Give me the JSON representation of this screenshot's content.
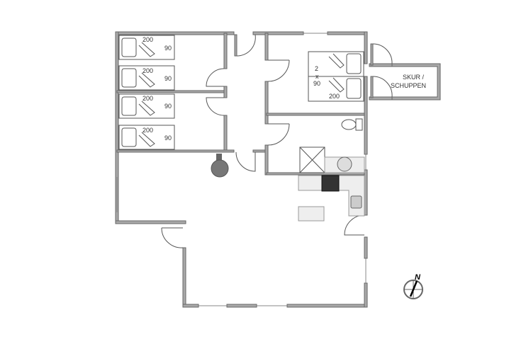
{
  "plan": {
    "beds": [
      {
        "length": "200",
        "width": "90"
      },
      {
        "length": "200",
        "width": "90"
      },
      {
        "length": "200",
        "width": "90"
      },
      {
        "length": "200",
        "width": "90"
      }
    ],
    "double_bed": {
      "count": "2",
      "x": "x",
      "width": "90",
      "length": "200"
    },
    "shed_label_line1": "SKUR /",
    "shed_label_line2": "SCHUPPEN",
    "compass_label": "N"
  },
  "colors": {
    "wall": "#a9a9a9",
    "wall_outline": "#666666",
    "stove": "#333333",
    "fireplace": "#777777"
  }
}
